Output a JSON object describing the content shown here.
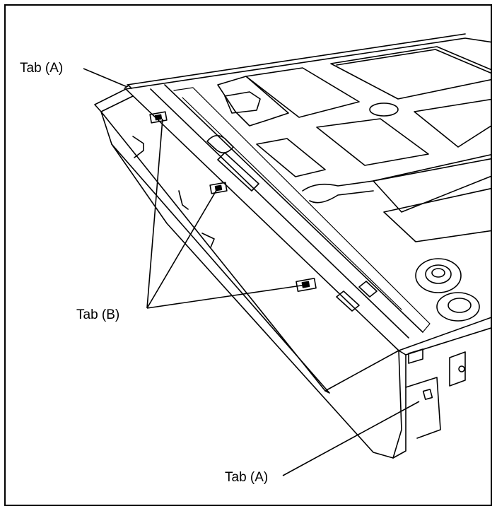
{
  "labels": {
    "tab_a_top": "Tab (A)",
    "tab_b": "Tab (B)",
    "tab_a_bottom": "Tab (A)"
  }
}
